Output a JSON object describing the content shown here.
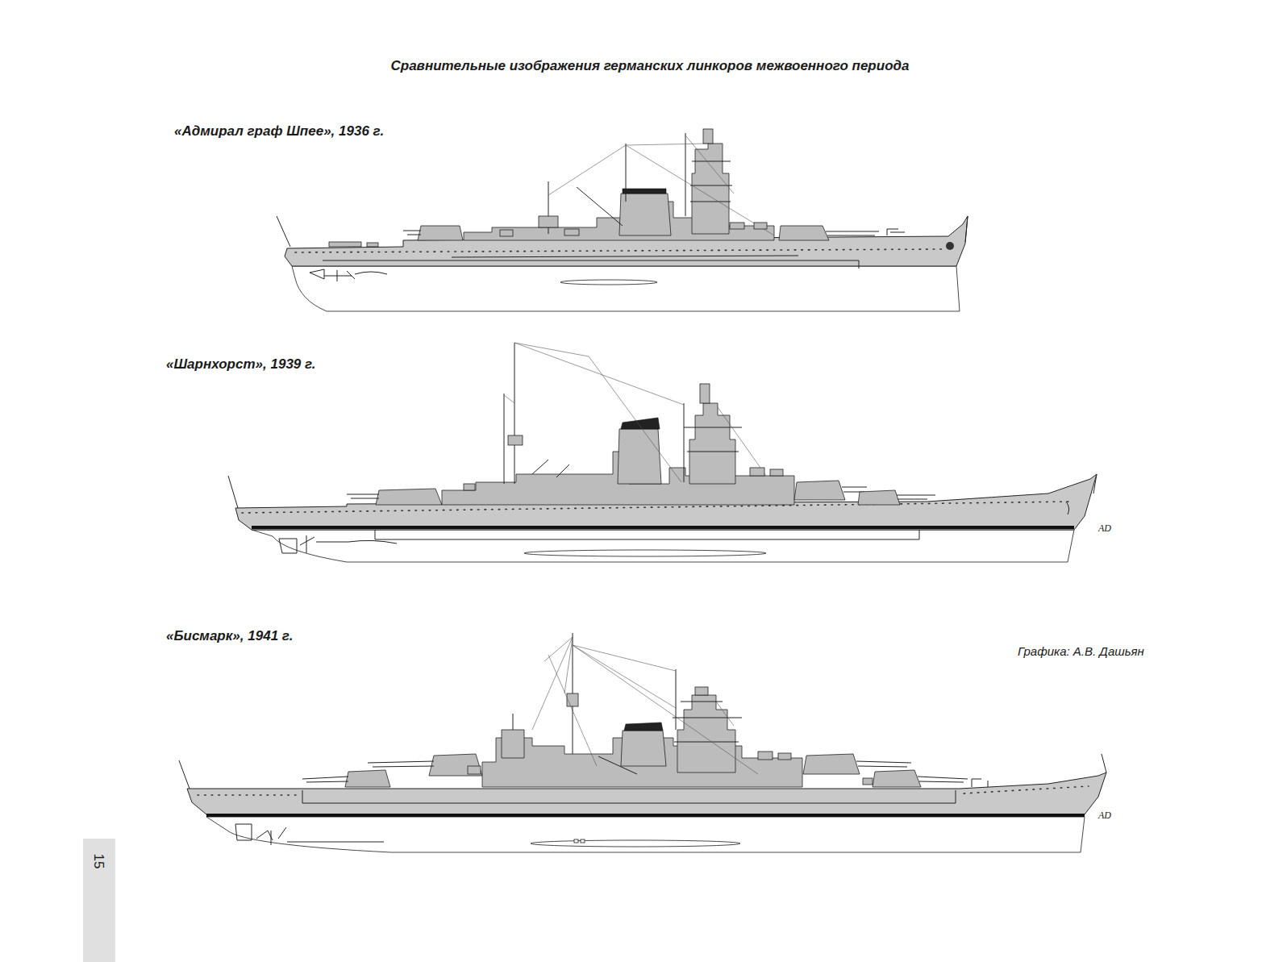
{
  "diagram": {
    "title": "Сравнительные изображения германских линкоров межвоенного периода",
    "labels": [
      "«Адмирал граф Шпее», 1936 г.",
      "«Шарнхорст», 1939 г.",
      "«Бисмарк», 1941 г.",
      "Графика: А.В. Дашьян",
      "AD",
      "AD",
      "15"
    ]
  }
}
